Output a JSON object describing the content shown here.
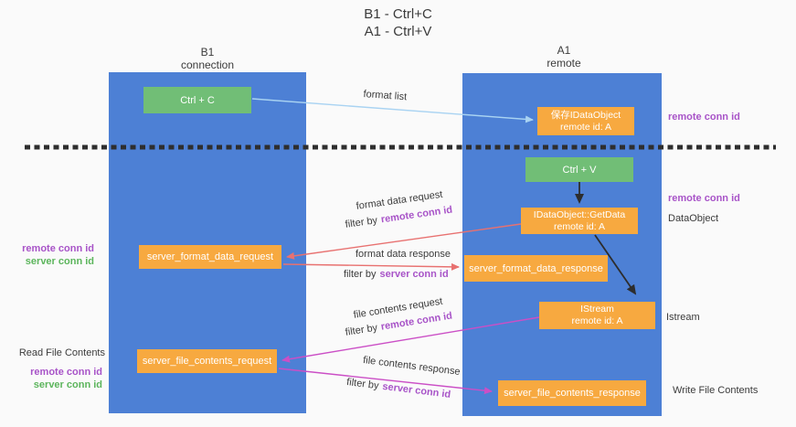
{
  "title": {
    "line1": "B1 - Ctrl+C",
    "line2": "A1 - Ctrl+V"
  },
  "columns": {
    "left": {
      "name": "B1",
      "role": "connection"
    },
    "right": {
      "name": "A1",
      "role": "remote"
    }
  },
  "boxes": {
    "ctrl_c": "Ctrl + C",
    "ctrl_v": "Ctrl + V",
    "save_idataobject": {
      "line1": "保存IDataObject",
      "line2": "remote id: A"
    },
    "getdata": {
      "line1": "IDataObject::GetData",
      "line2": "remote id: A"
    },
    "istream": {
      "line1": "IStream",
      "line2": "remote id: A"
    },
    "server_format_data_request": "server_format_data_request",
    "server_format_data_response": "server_format_data_response",
    "server_file_contents_request": "server_file_contents_request",
    "server_file_contents_response": "server_file_contents_response"
  },
  "arrow_labels": {
    "format_list": "format list",
    "format_data_request": "format data request",
    "format_data_response": "format data response",
    "file_contents_request": "file contents request",
    "file_contents_response": "file contents response",
    "filter_by": "filter by",
    "remote_conn_id": "remote conn id",
    "server_conn_id": "server conn id"
  },
  "side_labels": {
    "remote_conn_id": "remote conn id",
    "server_conn_id": "server conn id",
    "dataobject": "DataObject",
    "istream": "Istream",
    "read_file_contents": "Read File Contents",
    "write_file_contents": "Write File Contents"
  },
  "colors": {
    "background": "#fafafa",
    "column_blue": "#4d80d5",
    "box_orange": "#f7a940",
    "box_green": "#71be76",
    "arrow_salmon": "#e87170",
    "arrow_magenta": "#cb4fc6",
    "arrow_light_blue": "#a9d3f2",
    "arrow_black": "#2d2d2d",
    "label_purple": "#a854c8",
    "label_green": "#5cb55c"
  }
}
